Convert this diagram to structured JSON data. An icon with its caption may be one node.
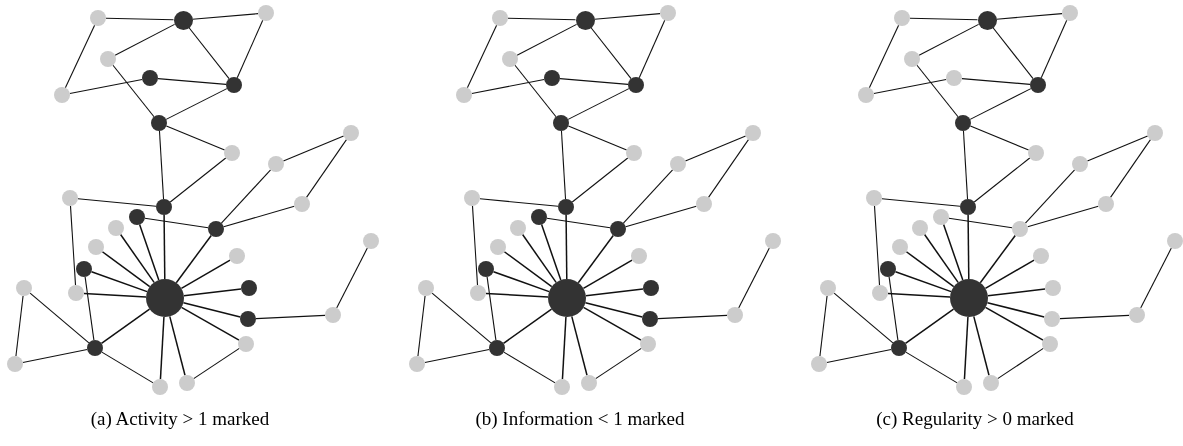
{
  "diagram": {
    "nodes": [
      {
        "text": [],
        "shape": "circle"
      },
      {
        "text": [],
        "shape": "circle"
      },
      {
        "text": [],
        "shape": "circle"
      },
      {
        "text": [],
        "shape": "circle"
      },
      {
        "text": [],
        "shape": "circle"
      },
      {
        "text": [],
        "shape": "circle"
      },
      {
        "text": [],
        "shape": "circle"
      },
      {
        "text": [],
        "shape": "circle"
      },
      {
        "text": [],
        "shape": "circle"
      },
      {
        "text": [],
        "shape": "circle"
      },
      {
        "text": [],
        "shape": "circle"
      },
      {
        "text": [],
        "shape": "circle"
      },
      {
        "text": [],
        "shape": "circle"
      },
      {
        "text": [],
        "shape": "circle"
      },
      {
        "text": [],
        "shape": "circle"
      },
      {
        "text": [],
        "shape": "circle"
      },
      {
        "text": [],
        "shape": "circle"
      },
      {
        "text": [],
        "shape": "circle"
      },
      {
        "text": [],
        "shape": "circle"
      },
      {
        "text": [],
        "shape": "circle"
      },
      {
        "text": [],
        "shape": "circle"
      },
      {
        "text": [],
        "shape": "circle"
      },
      {
        "text": [],
        "shape": "circle"
      },
      {
        "text": [],
        "shape": "circle"
      },
      {
        "text": [],
        "shape": "circle"
      },
      {
        "text": [],
        "shape": "circle"
      },
      {
        "text": [],
        "shape": "circle"
      },
      {
        "text": [],
        "shape": "circle"
      },
      {
        "text": [],
        "shape": "circle"
      },
      {
        "text": [],
        "shape": "circle"
      },
      {
        "text": [],
        "shape": "circle"
      },
      {
        "text": [],
        "shape": "circle"
      },
      {
        "text": [],
        "shape": "circle"
      },
      {
        "text": [],
        "shape": "circle"
      },
      {
        "text": [],
        "shape": "circle"
      },
      {
        "text": [],
        "shape": "circle"
      },
      {
        "text": [],
        "shape": "circle"
      },
      {
        "text": [],
        "shape": "circle"
      },
      {
        "text": [],
        "shape": "circle"
      },
      {
        "text": [],
        "shape": "circle"
      },
      {
        "text": [],
        "shape": "circle"
      },
      {
        "text": [],
        "shape": "circle"
      },
      {
        "text": [],
        "shape": "circle"
      },
      {
        "text": [],
        "shape": "circle"
      },
      {
        "text": [],
        "shape": "circle"
      },
      {
        "text": [],
        "shape": "circle"
      },
      {
        "text": [],
        "shape": "circle"
      },
      {
        "text": [],
        "shape": "circle"
      },
      {
        "text": [],
        "shape": "circle"
      },
      {
        "text": [],
        "shape": "circle"
      },
      {
        "text": [],
        "shape": "circle"
      },
      {
        "text": [],
        "shape": "circle"
      },
      {
        "text": [],
        "shape": "circle"
      },
      {
        "text": [],
        "shape": "circle"
      },
      {
        "text": [],
        "shape": "circle"
      },
      {
        "text": [],
        "shape": "circle"
      },
      {
        "text": [],
        "shape": "circle"
      },
      {
        "text": [],
        "shape": "circle"
      },
      {
        "text": [],
        "shape": "circle"
      },
      {
        "text": [],
        "shape": "circle"
      },
      {
        "text": [],
        "shape": "circle"
      },
      {
        "text": [],
        "shape": "circle"
      },
      {
        "text": [],
        "shape": "circle"
      },
      {
        "text": [],
        "shape": "circle"
      },
      {
        "text": [],
        "shape": "circle"
      },
      {
        "text": [],
        "shape": "circle"
      },
      {
        "text": [],
        "shape": "circle"
      },
      {
        "text": [],
        "shape": "circle"
      },
      {
        "text": [],
        "shape": "circle"
      },
      {
        "text": [],
        "shape": "circle"
      },
      {
        "text": [],
        "shape": "circle"
      },
      {
        "text": [],
        "shape": "circle"
      },
      {
        "text": [],
        "shape": "circle"
      },
      {
        "text": [],
        "shape": "circle"
      },
      {
        "text": [],
        "shape": "circle"
      },
      {
        "text": [],
        "shape": "circle"
      },
      {
        "text": [],
        "shape": "circle"
      },
      {
        "text": [],
        "shape": "circle"
      },
      {
        "text": [],
        "shape": "circle"
      },
      {
        "text": [],
        "shape": "circle"
      },
      {
        "text": [],
        "shape": "circle"
      },
      {
        "text": [],
        "shape": "circle"
      },
      {
        "text": [],
        "shape": "circle"
      },
      {
        "text": [],
        "shape": "circle"
      },
      {
        "text": [],
        "shape": "circle"
      },
      {
        "text": [],
        "shape": "circle"
      },
      {
        "text": [],
        "shape": "circle"
      },
      {
        "text": [],
        "shape": "circle"
      },
      {
        "text": [],
        "shape": "circle"
      },
      {
        "text": [],
        "shape": "circle"
      },
      {
        "text": [],
        "shape": "circle"
      },
      {
        "text": [],
        "shape": "circle"
      },
      {
        "text": [],
        "shape": "circle"
      },
      {
        "text": [],
        "shape": "circle"
      },
      {
        "text": [],
        "shape": "circle"
      },
      {
        "text": [],
        "shape": "circle"
      }
    ],
    "edges": [
      {
        "from": 0,
        "to": 1,
        "arrow": "none"
      },
      {
        "from": 1,
        "to": 2,
        "arrow": "none"
      },
      {
        "from": 0,
        "to": 6,
        "arrow": "none"
      },
      {
        "from": 1,
        "to": 3,
        "arrow": "none"
      },
      {
        "from": 1,
        "to": 5,
        "arrow": "none"
      },
      {
        "from": 2,
        "to": 5,
        "arrow": "none"
      },
      {
        "from": 6,
        "to": 4,
        "arrow": "none"
      },
      {
        "from": 4,
        "to": 5,
        "arrow": "none"
      },
      {
        "from": 3,
        "to": 7,
        "arrow": "none"
      },
      {
        "from": 5,
        "to": 7,
        "arrow": "none"
      },
      {
        "from": 7,
        "to": 8,
        "arrow": "none"
      },
      {
        "from": 7,
        "to": 12,
        "arrow": "none"
      },
      {
        "from": 8,
        "to": 12,
        "arrow": "none"
      },
      {
        "from": 11,
        "to": 12,
        "arrow": "none"
      },
      {
        "from": 11,
        "to": 21,
        "arrow": "none"
      },
      {
        "from": 12,
        "to": 20,
        "arrow": "none"
      },
      {
        "from": 14,
        "to": 15,
        "arrow": "none"
      },
      {
        "from": 15,
        "to": 10,
        "arrow": "none"
      },
      {
        "from": 15,
        "to": 13,
        "arrow": "none"
      },
      {
        "from": 10,
        "to": 9,
        "arrow": "none"
      },
      {
        "from": 9,
        "to": 13,
        "arrow": "none"
      },
      {
        "from": 15,
        "to": 20,
        "arrow": "none"
      },
      {
        "from": 14,
        "to": 20,
        "arrow": "none"
      },
      {
        "from": 16,
        "to": 20,
        "arrow": "none"
      },
      {
        "from": 17,
        "to": 20,
        "arrow": "none"
      },
      {
        "from": 19,
        "to": 20,
        "arrow": "none"
      },
      {
        "from": 21,
        "to": 20,
        "arrow": "none"
      },
      {
        "from": 18,
        "to": 20,
        "arrow": "none"
      },
      {
        "from": 22,
        "to": 20,
        "arrow": "none"
      },
      {
        "from": 25,
        "to": 20,
        "arrow": "none"
      },
      {
        "from": 25,
        "to": 26,
        "arrow": "none"
      },
      {
        "from": 26,
        "to": 24,
        "arrow": "none"
      },
      {
        "from": 19,
        "to": 27,
        "arrow": "none"
      },
      {
        "from": 23,
        "to": 27,
        "arrow": "none"
      },
      {
        "from": 23,
        "to": 29,
        "arrow": "none"
      },
      {
        "from": 29,
        "to": 27,
        "arrow": "none"
      },
      {
        "from": 27,
        "to": 20,
        "arrow": "none"
      },
      {
        "from": 27,
        "to": 30,
        "arrow": "none"
      },
      {
        "from": 20,
        "to": 30,
        "arrow": "none"
      },
      {
        "from": 20,
        "to": 31,
        "arrow": "none"
      },
      {
        "from": 31,
        "to": 28,
        "arrow": "none"
      },
      {
        "from": 28,
        "to": 20,
        "arrow": "none"
      },
      {
        "from": 32,
        "to": 33,
        "arrow": "none"
      },
      {
        "from": 33,
        "to": 34,
        "arrow": "none"
      },
      {
        "from": 32,
        "to": 38,
        "arrow": "none"
      },
      {
        "from": 33,
        "to": 35,
        "arrow": "none"
      },
      {
        "from": 33,
        "to": 37,
        "arrow": "none"
      },
      {
        "from": 34,
        "to": 37,
        "arrow": "none"
      },
      {
        "from": 38,
        "to": 36,
        "arrow": "none"
      },
      {
        "from": 36,
        "to": 37,
        "arrow": "none"
      },
      {
        "from": 35,
        "to": 39,
        "arrow": "none"
      },
      {
        "from": 37,
        "to": 39,
        "arrow": "none"
      },
      {
        "from": 39,
        "to": 40,
        "arrow": "none"
      },
      {
        "from": 39,
        "to": 44,
        "arrow": "none"
      },
      {
        "from": 40,
        "to": 44,
        "arrow": "none"
      },
      {
        "from": 43,
        "to": 44,
        "arrow": "none"
      },
      {
        "from": 43,
        "to": 53,
        "arrow": "none"
      },
      {
        "from": 44,
        "to": 52,
        "arrow": "none"
      },
      {
        "from": 46,
        "to": 47,
        "arrow": "none"
      },
      {
        "from": 47,
        "to": 42,
        "arrow": "none"
      },
      {
        "from": 47,
        "to": 45,
        "arrow": "none"
      },
      {
        "from": 42,
        "to": 41,
        "arrow": "none"
      },
      {
        "from": 41,
        "to": 45,
        "arrow": "none"
      },
      {
        "from": 47,
        "to": 52,
        "arrow": "none"
      },
      {
        "from": 46,
        "to": 52,
        "arrow": "none"
      },
      {
        "from": 48,
        "to": 52,
        "arrow": "none"
      },
      {
        "from": 49,
        "to": 52,
        "arrow": "none"
      },
      {
        "from": 51,
        "to": 52,
        "arrow": "none"
      },
      {
        "from": 53,
        "to": 52,
        "arrow": "none"
      },
      {
        "from": 50,
        "to": 52,
        "arrow": "none"
      },
      {
        "from": 54,
        "to": 52,
        "arrow": "none"
      },
      {
        "from": 57,
        "to": 52,
        "arrow": "none"
      },
      {
        "from": 57,
        "to": 58,
        "arrow": "none"
      },
      {
        "from": 58,
        "to": 56,
        "arrow": "none"
      },
      {
        "from": 51,
        "to": 59,
        "arrow": "none"
      },
      {
        "from": 55,
        "to": 59,
        "arrow": "none"
      },
      {
        "from": 55,
        "to": 61,
        "arrow": "none"
      },
      {
        "from": 61,
        "to": 59,
        "arrow": "none"
      },
      {
        "from": 59,
        "to": 52,
        "arrow": "none"
      },
      {
        "from": 59,
        "to": 62,
        "arrow": "none"
      },
      {
        "from": 52,
        "to": 62,
        "arrow": "none"
      },
      {
        "from": 52,
        "to": 63,
        "arrow": "none"
      },
      {
        "from": 63,
        "to": 60,
        "arrow": "none"
      },
      {
        "from": 60,
        "to": 52,
        "arrow": "none"
      },
      {
        "from": 64,
        "to": 65,
        "arrow": "none"
      },
      {
        "from": 65,
        "to": 66,
        "arrow": "none"
      },
      {
        "from": 64,
        "to": 70,
        "arrow": "none"
      },
      {
        "from": 65,
        "to": 67,
        "arrow": "none"
      },
      {
        "from": 65,
        "to": 69,
        "arrow": "none"
      },
      {
        "from": 66,
        "to": 69,
        "arrow": "none"
      },
      {
        "from": 70,
        "to": 68,
        "arrow": "none"
      },
      {
        "from": 68,
        "to": 69,
        "arrow": "none"
      },
      {
        "from": 67,
        "to": 71,
        "arrow": "none"
      },
      {
        "from": 69,
        "to": 71,
        "arrow": "none"
      },
      {
        "from": 71,
        "to": 72,
        "arrow": "none"
      },
      {
        "from": 71,
        "to": 76,
        "arrow": "none"
      },
      {
        "from": 72,
        "to": 76,
        "arrow": "none"
      },
      {
        "from": 75,
        "to": 76,
        "arrow": "none"
      },
      {
        "from": 75,
        "to": 85,
        "arrow": "none"
      },
      {
        "from": 76,
        "to": 84,
        "arrow": "none"
      },
      {
        "from": 78,
        "to": 79,
        "arrow": "none"
      },
      {
        "from": 79,
        "to": 74,
        "arrow": "none"
      },
      {
        "from": 79,
        "to": 77,
        "arrow": "none"
      },
      {
        "from": 74,
        "to": 73,
        "arrow": "none"
      },
      {
        "from": 73,
        "to": 77,
        "arrow": "none"
      },
      {
        "from": 79,
        "to": 84,
        "arrow": "none"
      },
      {
        "from": 78,
        "to": 84,
        "arrow": "none"
      },
      {
        "from": 80,
        "to": 84,
        "arrow": "none"
      },
      {
        "from": 81,
        "to": 84,
        "arrow": "none"
      },
      {
        "from": 83,
        "to": 84,
        "arrow": "none"
      },
      {
        "from": 85,
        "to": 84,
        "arrow": "none"
      },
      {
        "from": 82,
        "to": 84,
        "arrow": "none"
      },
      {
        "from": 86,
        "to": 84,
        "arrow": "none"
      },
      {
        "from": 89,
        "to": 84,
        "arrow": "none"
      },
      {
        "from": 89,
        "to": 90,
        "arrow": "none"
      },
      {
        "from": 90,
        "to": 88,
        "arrow": "none"
      },
      {
        "from": 83,
        "to": 91,
        "arrow": "none"
      },
      {
        "from": 87,
        "to": 91,
        "arrow": "none"
      },
      {
        "from": 87,
        "to": 93,
        "arrow": "none"
      },
      {
        "from": 93,
        "to": 91,
        "arrow": "none"
      },
      {
        "from": 91,
        "to": 84,
        "arrow": "none"
      },
      {
        "from": 91,
        "to": 94,
        "arrow": "none"
      },
      {
        "from": 84,
        "to": 94,
        "arrow": "none"
      },
      {
        "from": 84,
        "to": 95,
        "arrow": "none"
      },
      {
        "from": 95,
        "to": 92,
        "arrow": "none"
      },
      {
        "from": 92,
        "to": 84,
        "arrow": "none"
      }
    ],
    "labels": [
      "(a) Activity > 1 marked",
      "(b) Information < 1 marked",
      "(c) Regularity > 0 marked"
    ]
  }
}
